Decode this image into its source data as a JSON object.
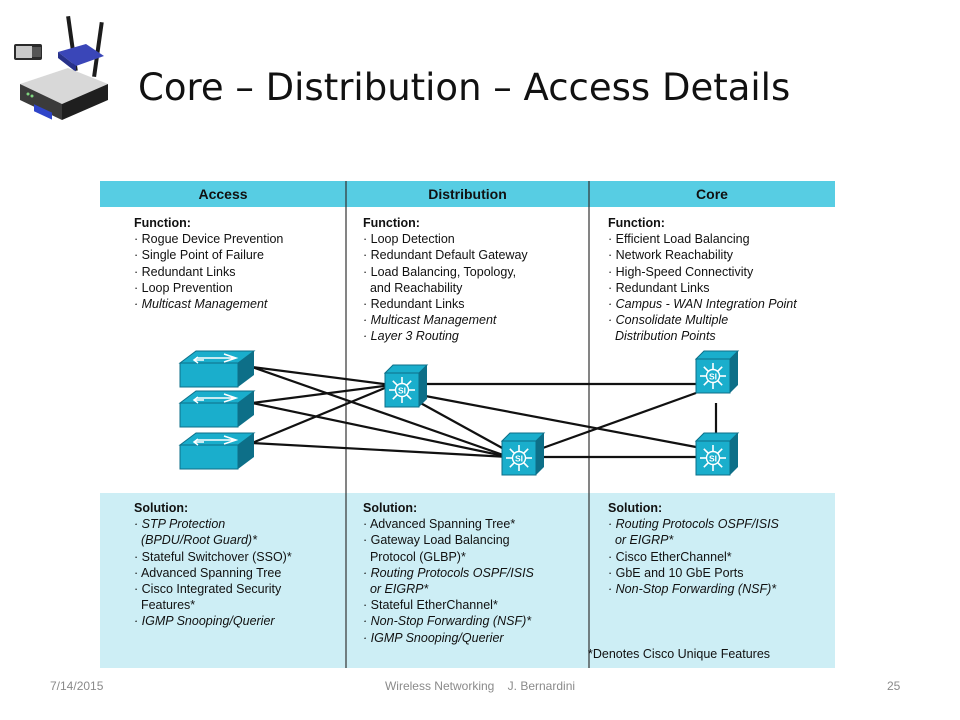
{
  "slide": {
    "title": "Core – Distribution – Access Details"
  },
  "diagram": {
    "columns": [
      {
        "header": "Access",
        "function_heading": "Function:",
        "functions": [
          {
            "text": "· Rogue Device Prevention",
            "italic": false
          },
          {
            "text": "· Single Point of Failure",
            "italic": false
          },
          {
            "text": "· Redundant Links",
            "italic": false
          },
          {
            "text": "· Loop Prevention",
            "italic": false
          },
          {
            "text": "· Multicast Management",
            "italic": true
          }
        ],
        "solution_heading": "Solution:",
        "solutions": [
          {
            "text": "· STP Protection",
            "italic": true
          },
          {
            "text": "  (BPDU/Root Guard)*",
            "italic": true
          },
          {
            "text": "· Stateful Switchover (SSO)*",
            "italic": false
          },
          {
            "text": "· Advanced Spanning Tree",
            "italic": false
          },
          {
            "text": "· Cisco Integrated Security",
            "italic": false
          },
          {
            "text": "  Features*",
            "italic": false
          },
          {
            "text": "· IGMP Snooping/Querier",
            "italic": true
          }
        ]
      },
      {
        "header": "Distribution",
        "function_heading": "Function:",
        "functions": [
          {
            "text": "· Loop Detection",
            "italic": false
          },
          {
            "text": "· Redundant Default Gateway",
            "italic": false
          },
          {
            "text": "· Load Balancing, Topology,",
            "italic": false
          },
          {
            "text": "  and Reachability",
            "italic": false
          },
          {
            "text": "· Redundant Links",
            "italic": false
          },
          {
            "text": "· Multicast Management",
            "italic": true
          },
          {
            "text": "· Layer 3 Routing",
            "italic": true
          }
        ],
        "solution_heading": "Solution:",
        "solutions": [
          {
            "text": "· Advanced Spanning Tree*",
            "italic": false
          },
          {
            "text": "· Gateway Load Balancing",
            "italic": false
          },
          {
            "text": "  Protocol (GLBP)*",
            "italic": false
          },
          {
            "text": "· Routing Protocols OSPF/ISIS",
            "italic": true
          },
          {
            "text": "  or EIGRP*",
            "italic": true
          },
          {
            "text": "· Stateful EtherChannel*",
            "italic": false
          },
          {
            "text": "· Non-Stop Forwarding (NSF)*",
            "italic": true
          },
          {
            "text": "· IGMP Snooping/Querier",
            "italic": true
          }
        ]
      },
      {
        "header": "Core",
        "function_heading": "Function:",
        "functions": [
          {
            "text": "· Efficient Load Balancing",
            "italic": false
          },
          {
            "text": "· Network Reachability",
            "italic": false
          },
          {
            "text": "· High-Speed Connectivity",
            "italic": false
          },
          {
            "text": "· Redundant Links",
            "italic": false
          },
          {
            "text": "· Campus - WAN Integration Point",
            "italic": true
          },
          {
            "text": "· Consolidate Multiple",
            "italic": true
          },
          {
            "text": "  Distribution Points",
            "italic": true
          }
        ],
        "solution_heading": "Solution:",
        "solutions": [
          {
            "text": "· Routing Protocols OSPF/ISIS",
            "italic": true
          },
          {
            "text": "  or EIGRP*",
            "italic": true
          },
          {
            "text": "· Cisco EtherChannel*",
            "italic": false
          },
          {
            "text": "· GbE and 10 GbE Ports",
            "italic": false
          },
          {
            "text": "· Non-Stop Forwarding (NSF)*",
            "italic": true
          }
        ]
      }
    ],
    "switch_badge": "SI",
    "footnote": "*Denotes Cisco Unique Features",
    "colors": {
      "header_band": "#57cde3",
      "solution_band": "#cdeef5",
      "device": "#1aaecc",
      "device_dark": "#0d6f88",
      "link": "#111111"
    }
  },
  "footer": {
    "date": "7/14/2015",
    "center": "Wireless Networking    J. Bernardini",
    "page": "25"
  }
}
